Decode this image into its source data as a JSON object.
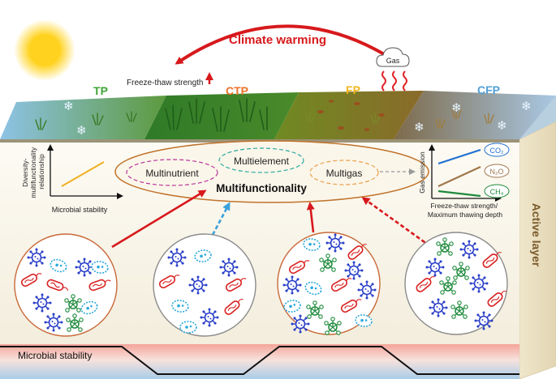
{
  "title": "Climate warming",
  "freeze_thaw_label": "Freeze-thaw strength",
  "gas_cloud_label": "Gas",
  "zones": [
    {
      "code": "TP",
      "color": "#3fa535"
    },
    {
      "code": "CTP",
      "color": "#e8732a"
    },
    {
      "code": "FP",
      "color": "#f2b418"
    },
    {
      "code": "CFP",
      "color": "#4f9fd6"
    }
  ],
  "left_plot": {
    "ylabel_lines": [
      "Diversity-",
      "multifunctionality",
      "relationship"
    ],
    "xlabel": "Microbial stability"
  },
  "center": {
    "main": "Multifunctionality",
    "items": [
      "Multinutrient",
      "Multielement",
      "Multigas"
    ]
  },
  "right_plot": {
    "ylabel": "Gas emission",
    "xlabel_lines": [
      "Freeze-thaw strength/",
      "Maximum thawing depth"
    ],
    "gases": [
      {
        "label": "CO₂",
        "color": "#1f6fd1"
      },
      {
        "label": "N₂O",
        "color": "#a0764a"
      },
      {
        "label": "CH₄",
        "color": "#1e8a3c"
      }
    ]
  },
  "side_label": "Active layer",
  "bottom_label": "Microbial stability",
  "colors": {
    "warming_red": "#d7191c",
    "link_blue": "#3aa0db",
    "gold_line": "#f0b020"
  }
}
